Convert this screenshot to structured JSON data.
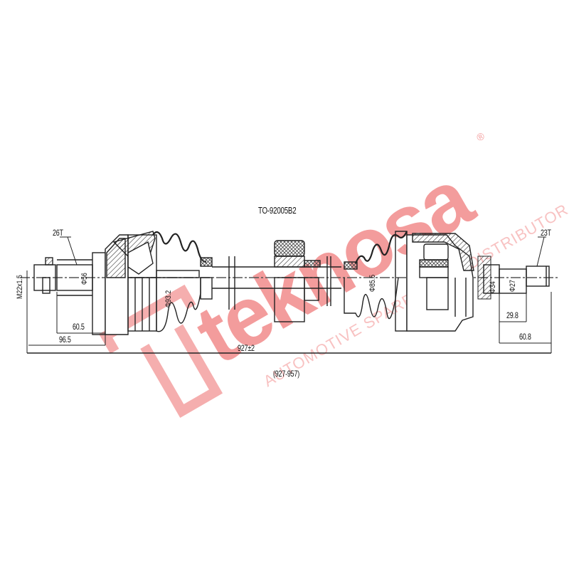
{
  "drawing": {
    "part_number": "TO-92005B2",
    "type": "CV drive shaft technical drawing"
  },
  "dimensions": {
    "left_spline": "26T",
    "left_thread": "M22x1.5",
    "left_shaft_dia": "Φ56",
    "left_joint_dia": "Φ93.2",
    "left_len_1": "60.5",
    "left_len_2": "96.5",
    "right_spline": "23T",
    "right_shaft_dia_1": "Φ34",
    "right_shaft_dia_2": "Φ27",
    "right_boot_dia": "Φ85.5",
    "right_len_1": "29.8",
    "right_len_2": "60.8",
    "overall_length": "927±2",
    "overall_range": "(927-957)"
  },
  "watermark": {
    "brand": "teknosa",
    "registered": "®",
    "tagline": "AUTOMOTIVE SPARE PARTS DISTRIBUTOR",
    "color": "#f07f7f"
  },
  "colors": {
    "line": "#222222",
    "centerline": "#555555",
    "watermark": "#f07f7f",
    "background": "#ffffff"
  }
}
